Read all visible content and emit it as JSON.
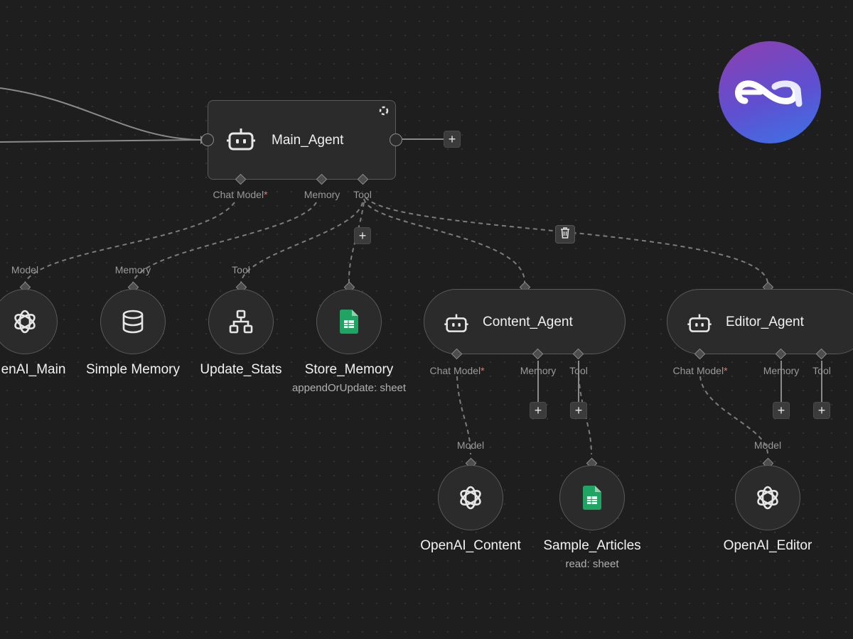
{
  "canvas": {
    "background": "#1e1e1e",
    "node_fill": "#2b2b2b",
    "required_color": "#ff6d6d",
    "sheet_green": "#1fa463"
  },
  "logo": {
    "icon": "ea-logo",
    "brand": "ea"
  },
  "main_agent": {
    "title": "Main_Agent",
    "icon": "robot-icon",
    "ports": {
      "chat_model": "Chat Model",
      "memory": "Memory",
      "tool": "Tool"
    },
    "add_label": "+"
  },
  "sub_nodes": [
    {
      "name": "OpenAI_Main",
      "display": "enAI_Main",
      "port_label": "Model",
      "icon": "openai-icon"
    },
    {
      "name": "Simple Memory",
      "port_label": "Memory",
      "icon": "database-icon"
    },
    {
      "name": "Update_Stats",
      "port_label": "Tool",
      "icon": "workflow-icon"
    },
    {
      "name": "Store_Memory",
      "subtitle": "appendOrUpdate: sheet",
      "icon": "google-sheets-icon"
    }
  ],
  "content_agent": {
    "title": "Content_Agent",
    "icon": "robot-icon",
    "ports": {
      "chat_model": "Chat Model",
      "memory": "Memory",
      "tool": "Tool"
    },
    "add_label": "+"
  },
  "editor_agent": {
    "title": "Editor_Agent",
    "icon": "robot-icon",
    "ports": {
      "chat_model": "Chat Model",
      "memory": "Memory",
      "tool": "Tool"
    },
    "add_label": "+"
  },
  "content_children": [
    {
      "name": "OpenAI_Content",
      "port_label": "Model",
      "icon": "openai-icon"
    },
    {
      "name": "Sample_Articles",
      "subtitle": "read: sheet",
      "icon": "google-sheets-icon"
    }
  ],
  "editor_children": [
    {
      "name": "OpenAI_Editor",
      "port_label": "Model",
      "icon": "openai-icon"
    }
  ],
  "required_marker": "*"
}
